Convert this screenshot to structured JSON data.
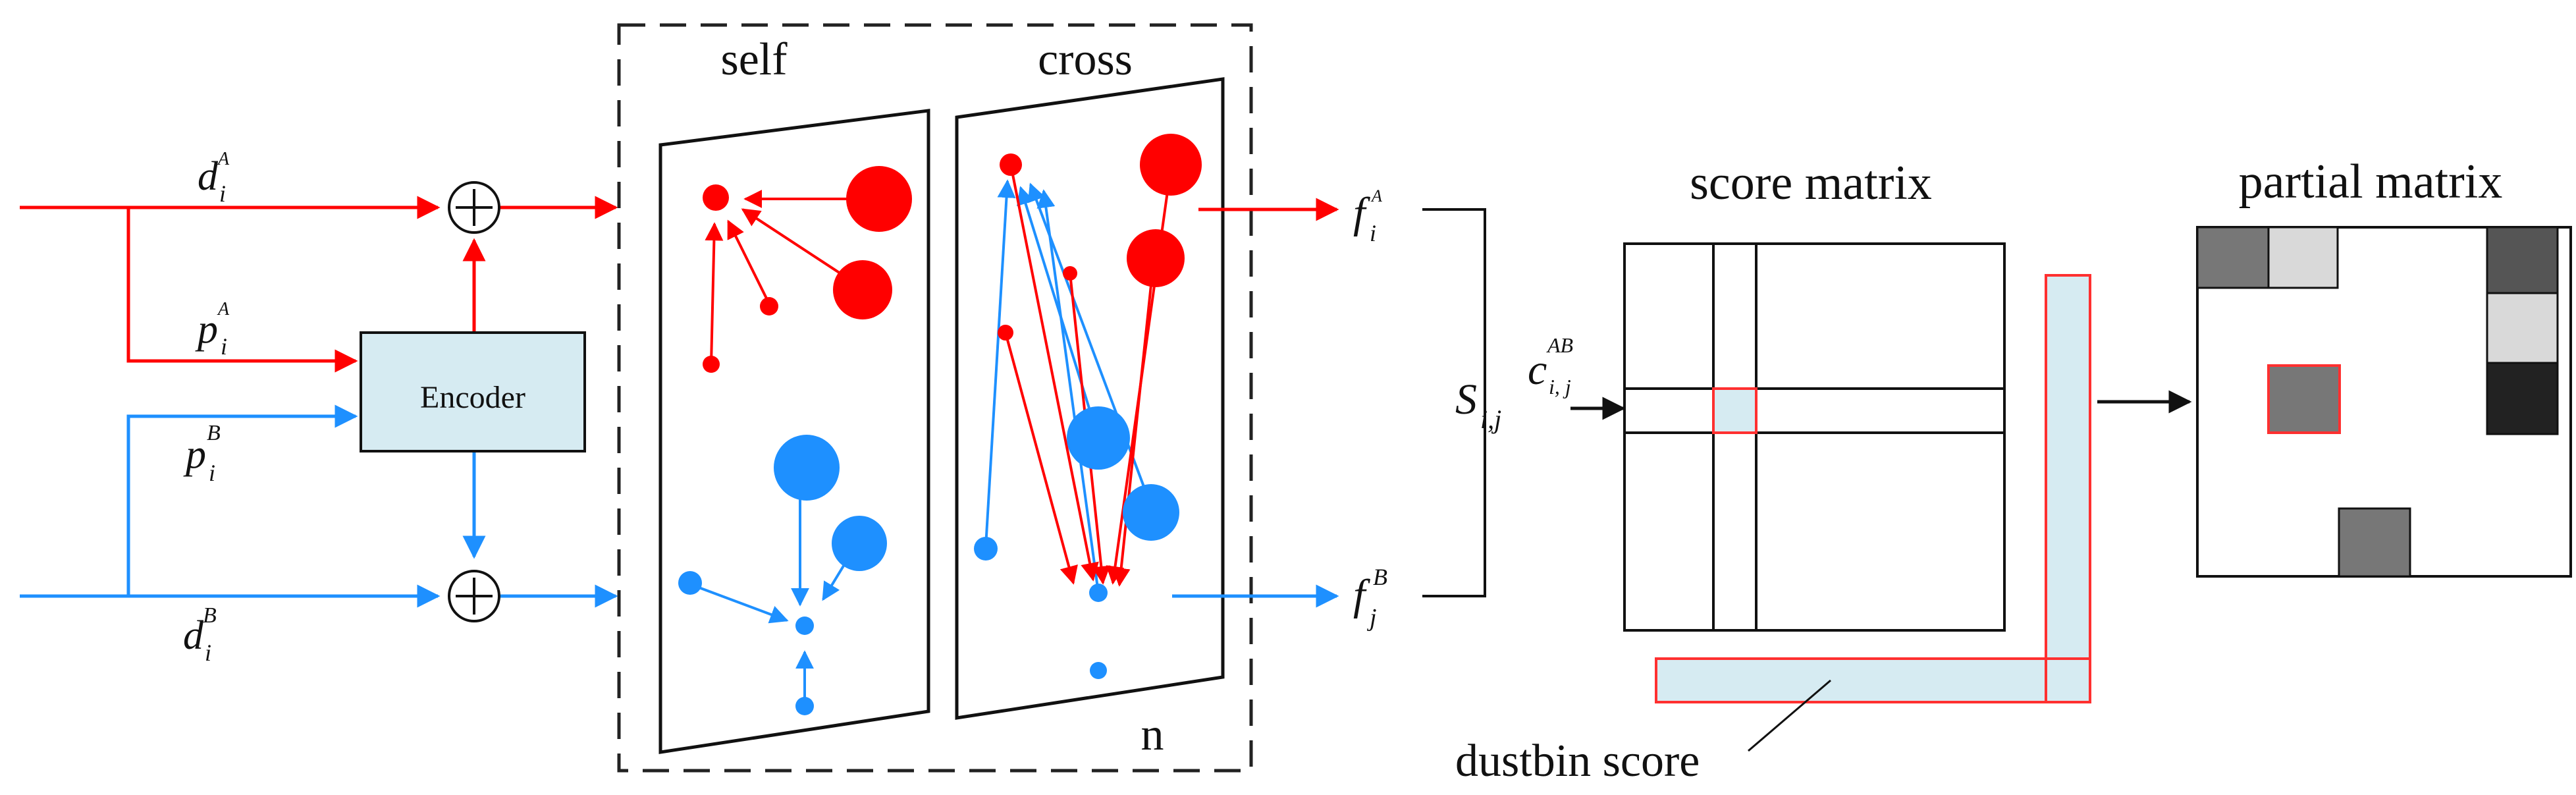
{
  "labels": {
    "self": "self",
    "cross": "cross",
    "layers": "n",
    "encoder": "Encoder",
    "score_matrix": "score matrix",
    "partial_matrix": "partial matrix",
    "dustbin_score": "dustbin score"
  },
  "symbols": {
    "dA_base": "d",
    "dA_sub": "i",
    "dA_sup": "A",
    "pA_base": "p",
    "pA_sub": "i",
    "pA_sup": "A",
    "pB_base": "p",
    "pB_sub": "i",
    "pB_sup": "B",
    "dB_base": "d",
    "dB_sub": "i",
    "dB_sup": "B",
    "fA_base": "f",
    "fA_sub": "i",
    "fA_sup": "A",
    "fB_base": "f",
    "fB_sub": "j",
    "fB_sup": "B",
    "S_base": "S",
    "S_sub": "i,j",
    "c_base": "c",
    "c_sub": "i, j",
    "c_sup": "AB"
  },
  "colors": {
    "stream_a": "#ff0000",
    "stream_b": "#1e90ff",
    "encoder_fill": "#d6ebf2",
    "dustbin_fill": "#d6ebf2",
    "dustbin_outline": "#ff3030",
    "highlight_cell": "#ff3030",
    "dark_gray": "#222222",
    "mid_gray": "#777777",
    "light_gray": "#d9d9d9"
  },
  "partial_matrix_cells": [
    {
      "name": "cell-top-left",
      "shade": "mid_gray"
    },
    {
      "name": "cell-top-second",
      "shade": "light_gray"
    },
    {
      "name": "cell-right-top",
      "shade": "mid_gray"
    },
    {
      "name": "cell-right-middle",
      "shade": "light_gray"
    },
    {
      "name": "cell-right-bottom",
      "shade": "dark_gray"
    },
    {
      "name": "cell-center-highlight",
      "shade": "mid_gray"
    },
    {
      "name": "cell-bottom",
      "shade": "mid_gray"
    }
  ]
}
